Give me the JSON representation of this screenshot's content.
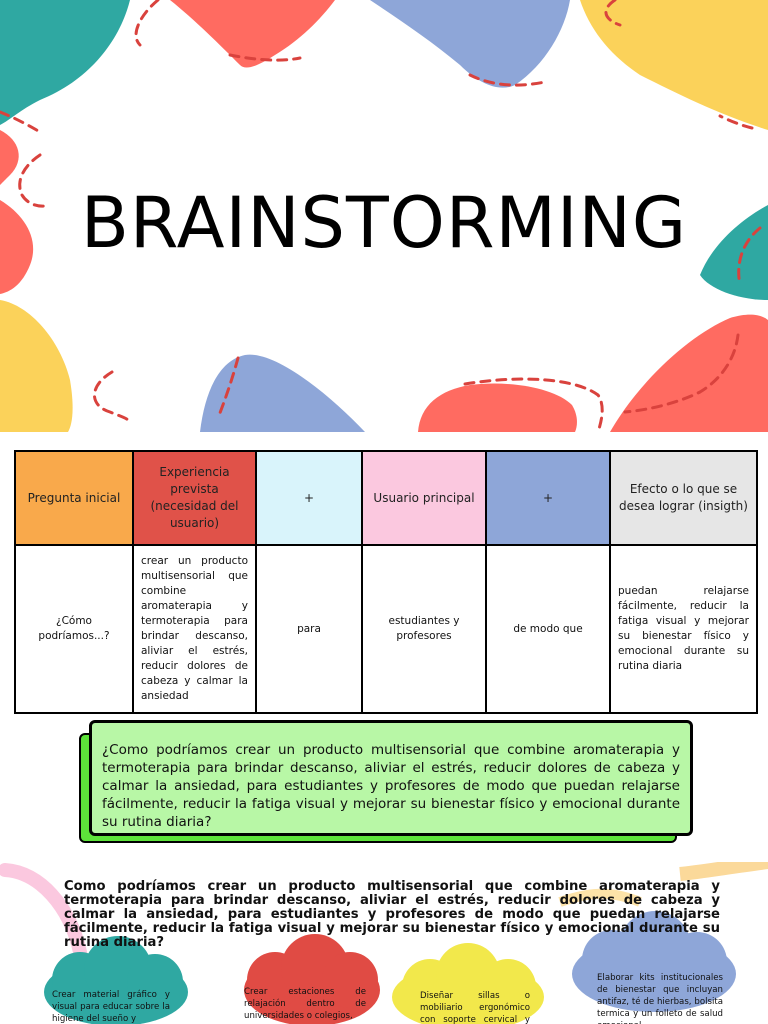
{
  "hero": {
    "title": "BRAINSTORMING"
  },
  "table": {
    "headers": [
      {
        "label": "Pregunta inicial",
        "color": "#f9a94b"
      },
      {
        "label": "Experiencia prevista (necesidad del usuario)",
        "color": "#e05249"
      },
      {
        "label": "+",
        "color": "#d9f4fb"
      },
      {
        "label": "Usuario principal",
        "color": "#fbc8df"
      },
      {
        "label": "+",
        "color": "#8ea6d8"
      },
      {
        "label": "Efecto o lo que se desea lograr (insigth)",
        "color": "#e6e6e6"
      }
    ],
    "row": [
      "¿Cómo podríamos...?",
      "crear un producto multisensorial que combine aromaterapia y termoterapia para brindar descanso, aliviar el estrés, reducir dolores de cabeza y calmar la ansiedad",
      "para",
      "estudiantes y profesores",
      "de modo que",
      "puedan relajarse fácilmente, reducir la fatiga visual y mejorar su bienestar físico y emocional durante su rutina diaria"
    ]
  },
  "green_box": {
    "text": "¿Como podríamos crear un producto multisensorial que combine aromaterapia y termoterapia para brindar descanso, aliviar el estrés, reducir dolores de cabeza y calmar la ansiedad, para estudiantes y profesores de modo que puedan relajarse fácilmente, reducir la fatiga visual y mejorar su bienestar físico y emocional durante su rutina diaria?"
  },
  "bottom": {
    "question": "Como podríamos crear un producto multisensorial que combine aromaterapia y termoterapia para brindar descanso, aliviar el estrés, reducir dolores de cabeza y calmar la ansiedad, para estudiantes y profesores de modo que puedan relajarse fácilmente, reducir la fatiga visual y mejorar su bienestar físico y emocional durante su rutina diaria?",
    "ideas": [
      {
        "text": "Crear material gráfico y visual para educar sobre la higiene del sueño y",
        "color": "#2fa8a2"
      },
      {
        "text": "Crear estaciones de relajación dentro de universidades o colegios,",
        "color": "#e04b44"
      },
      {
        "text": "Diseñar sillas o mobiliario ergonómico con soporte cervical y difusores de",
        "color": "#f2e84b"
      },
      {
        "text": "Elaborar kits institucionales de bienestar que incluyan antifaz, té de hierbas, bolsita termica y un folleto de salud emocional",
        "color": "#8ea6d8"
      }
    ]
  }
}
